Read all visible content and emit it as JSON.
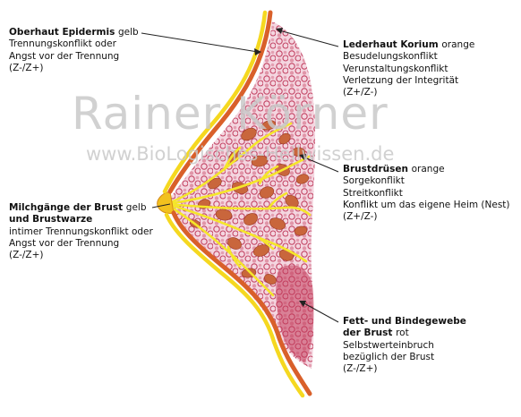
{
  "watermark": {
    "name": "Rainer Körner",
    "url": "www.BioLogisches-Heilwissen.de"
  },
  "labels": {
    "oberhaut": {
      "tissue": "Oberhaut Epidermis",
      "color": "gelb",
      "lines": [
        "Trennungskonflikt oder",
        "Angst vor der Trennung",
        "(Z-/Z+)"
      ]
    },
    "lederhaut": {
      "tissue": "Lederhaut Korium",
      "color": "orange",
      "lines": [
        "Besudelungskonflikt",
        "Verunstaltungskonflikt",
        "Verletzung der Integrität",
        "(Z+/Z-)"
      ]
    },
    "brustdruesen": {
      "tissue": "Brustdrüsen",
      "color": "orange",
      "lines": [
        "Sorgekonflikt",
        "Streitkonflikt",
        "Konflikt um das eigene Heim (Nest)",
        "(Z+/Z-)"
      ]
    },
    "milchgaenge": {
      "tissue": "Milchgänge der Brust",
      "color": "gelb",
      "tissue2": "und Brustwarze",
      "lines": [
        "intimer Trennungskonflikt oder",
        "Angst vor der Trennung",
        "(Z-/Z+)"
      ]
    },
    "fett": {
      "tissue": "Fett- und Bindegewebe",
      "tissue2": "der Brust",
      "color": "rot",
      "lines": [
        "Selbstwerteinbruch",
        "bezüglich der Brust",
        "(Z-/Z+)"
      ]
    }
  },
  "colors": {
    "epidermis": "#f2d21c",
    "korium": "#e0802a",
    "gland": "#c8643a",
    "fat_pink": "#e8a8bc",
    "fat_dark": "#b02a4a",
    "duct": "#f7ec2a"
  }
}
